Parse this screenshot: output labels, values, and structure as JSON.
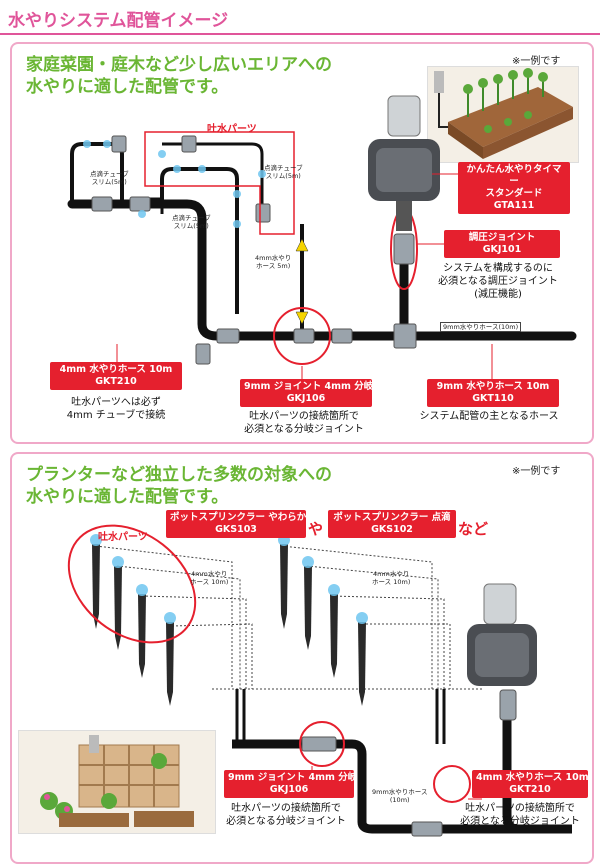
{
  "page_title": "水やりシステム配管イメージ",
  "panel1": {
    "heading_line1": "家庭菜園・庭木など少し広いエリアへの",
    "heading_line2": "水やりに適した配管です。",
    "example_note": "※一例です",
    "discharge_parts_label": "吐水パーツ",
    "drip_tube_label_1": "点滴チューブ\nスリム(5m)",
    "drip_tube_label_2": "点滴チューブ\nスリム(5m)",
    "drip_tube_label_3": "点滴チューブ\nスリム(5m)",
    "hose4_label": "4mm水やり\nホース 5m)",
    "hose9_label": "9mm水やりホース(10m)",
    "callouts": {
      "timer": {
        "name": "かんたん水やりタイマー\nスタンダード",
        "code": "GTA111"
      },
      "regulator": {
        "name": "調圧ジョイント",
        "code": "GKJ101",
        "desc": "システムを構成するのに\n必須となる調圧ジョイント\n(減圧機能)"
      },
      "hose4": {
        "name": "4mm 水やりホース 10m",
        "code": "GKT210",
        "desc": "吐水パーツへは必ず\n4mm チューブで接続"
      },
      "joint": {
        "name": "9mm ジョイント 4mm 分岐",
        "code": "GKJ106",
        "desc": "吐水パーツの接続箇所で\n必須となる分岐ジョイント"
      },
      "hose9": {
        "name": "9mm 水やりホース 10m",
        "code": "GKT110",
        "desc": "システム配管の主となるホース"
      }
    }
  },
  "panel2": {
    "heading_line1": "プランターなど独立した多数の対象への",
    "heading_line2": "水やりに適した配管です。",
    "example_note": "※一例です",
    "discharge_parts_label": "吐水パーツ",
    "joiner_ya": "や",
    "joiner_nado": "など",
    "hose4_label_1": "4mm水やり\nホース 10m)",
    "hose4_label_2": "4mm水やり\nホース 10m)",
    "hose9_label": "9mm水やりホース\n(10m)",
    "callouts": {
      "soft": {
        "name": "ポットスプリンクラー やわらか",
        "code": "GKS103"
      },
      "drip": {
        "name": "ポットスプリンクラー 点滴",
        "code": "GKS102"
      },
      "joint": {
        "name": "9mm ジョイント 4mm 分岐",
        "code": "GKJ106",
        "desc": "吐水パーツの接続箇所で\n必須となる分岐ジョイント"
      },
      "hose4": {
        "name": "4mm 水やりホース 10m",
        "code": "GKT210",
        "desc": "吐水パーツの接続箇所で\n必須となる分岐ジョイント"
      }
    }
  },
  "colors": {
    "accent_pink": "#e0559a",
    "heading_green": "#6ab634",
    "callout_red": "#e5202e",
    "panel_border": "#f0a8c8"
  }
}
